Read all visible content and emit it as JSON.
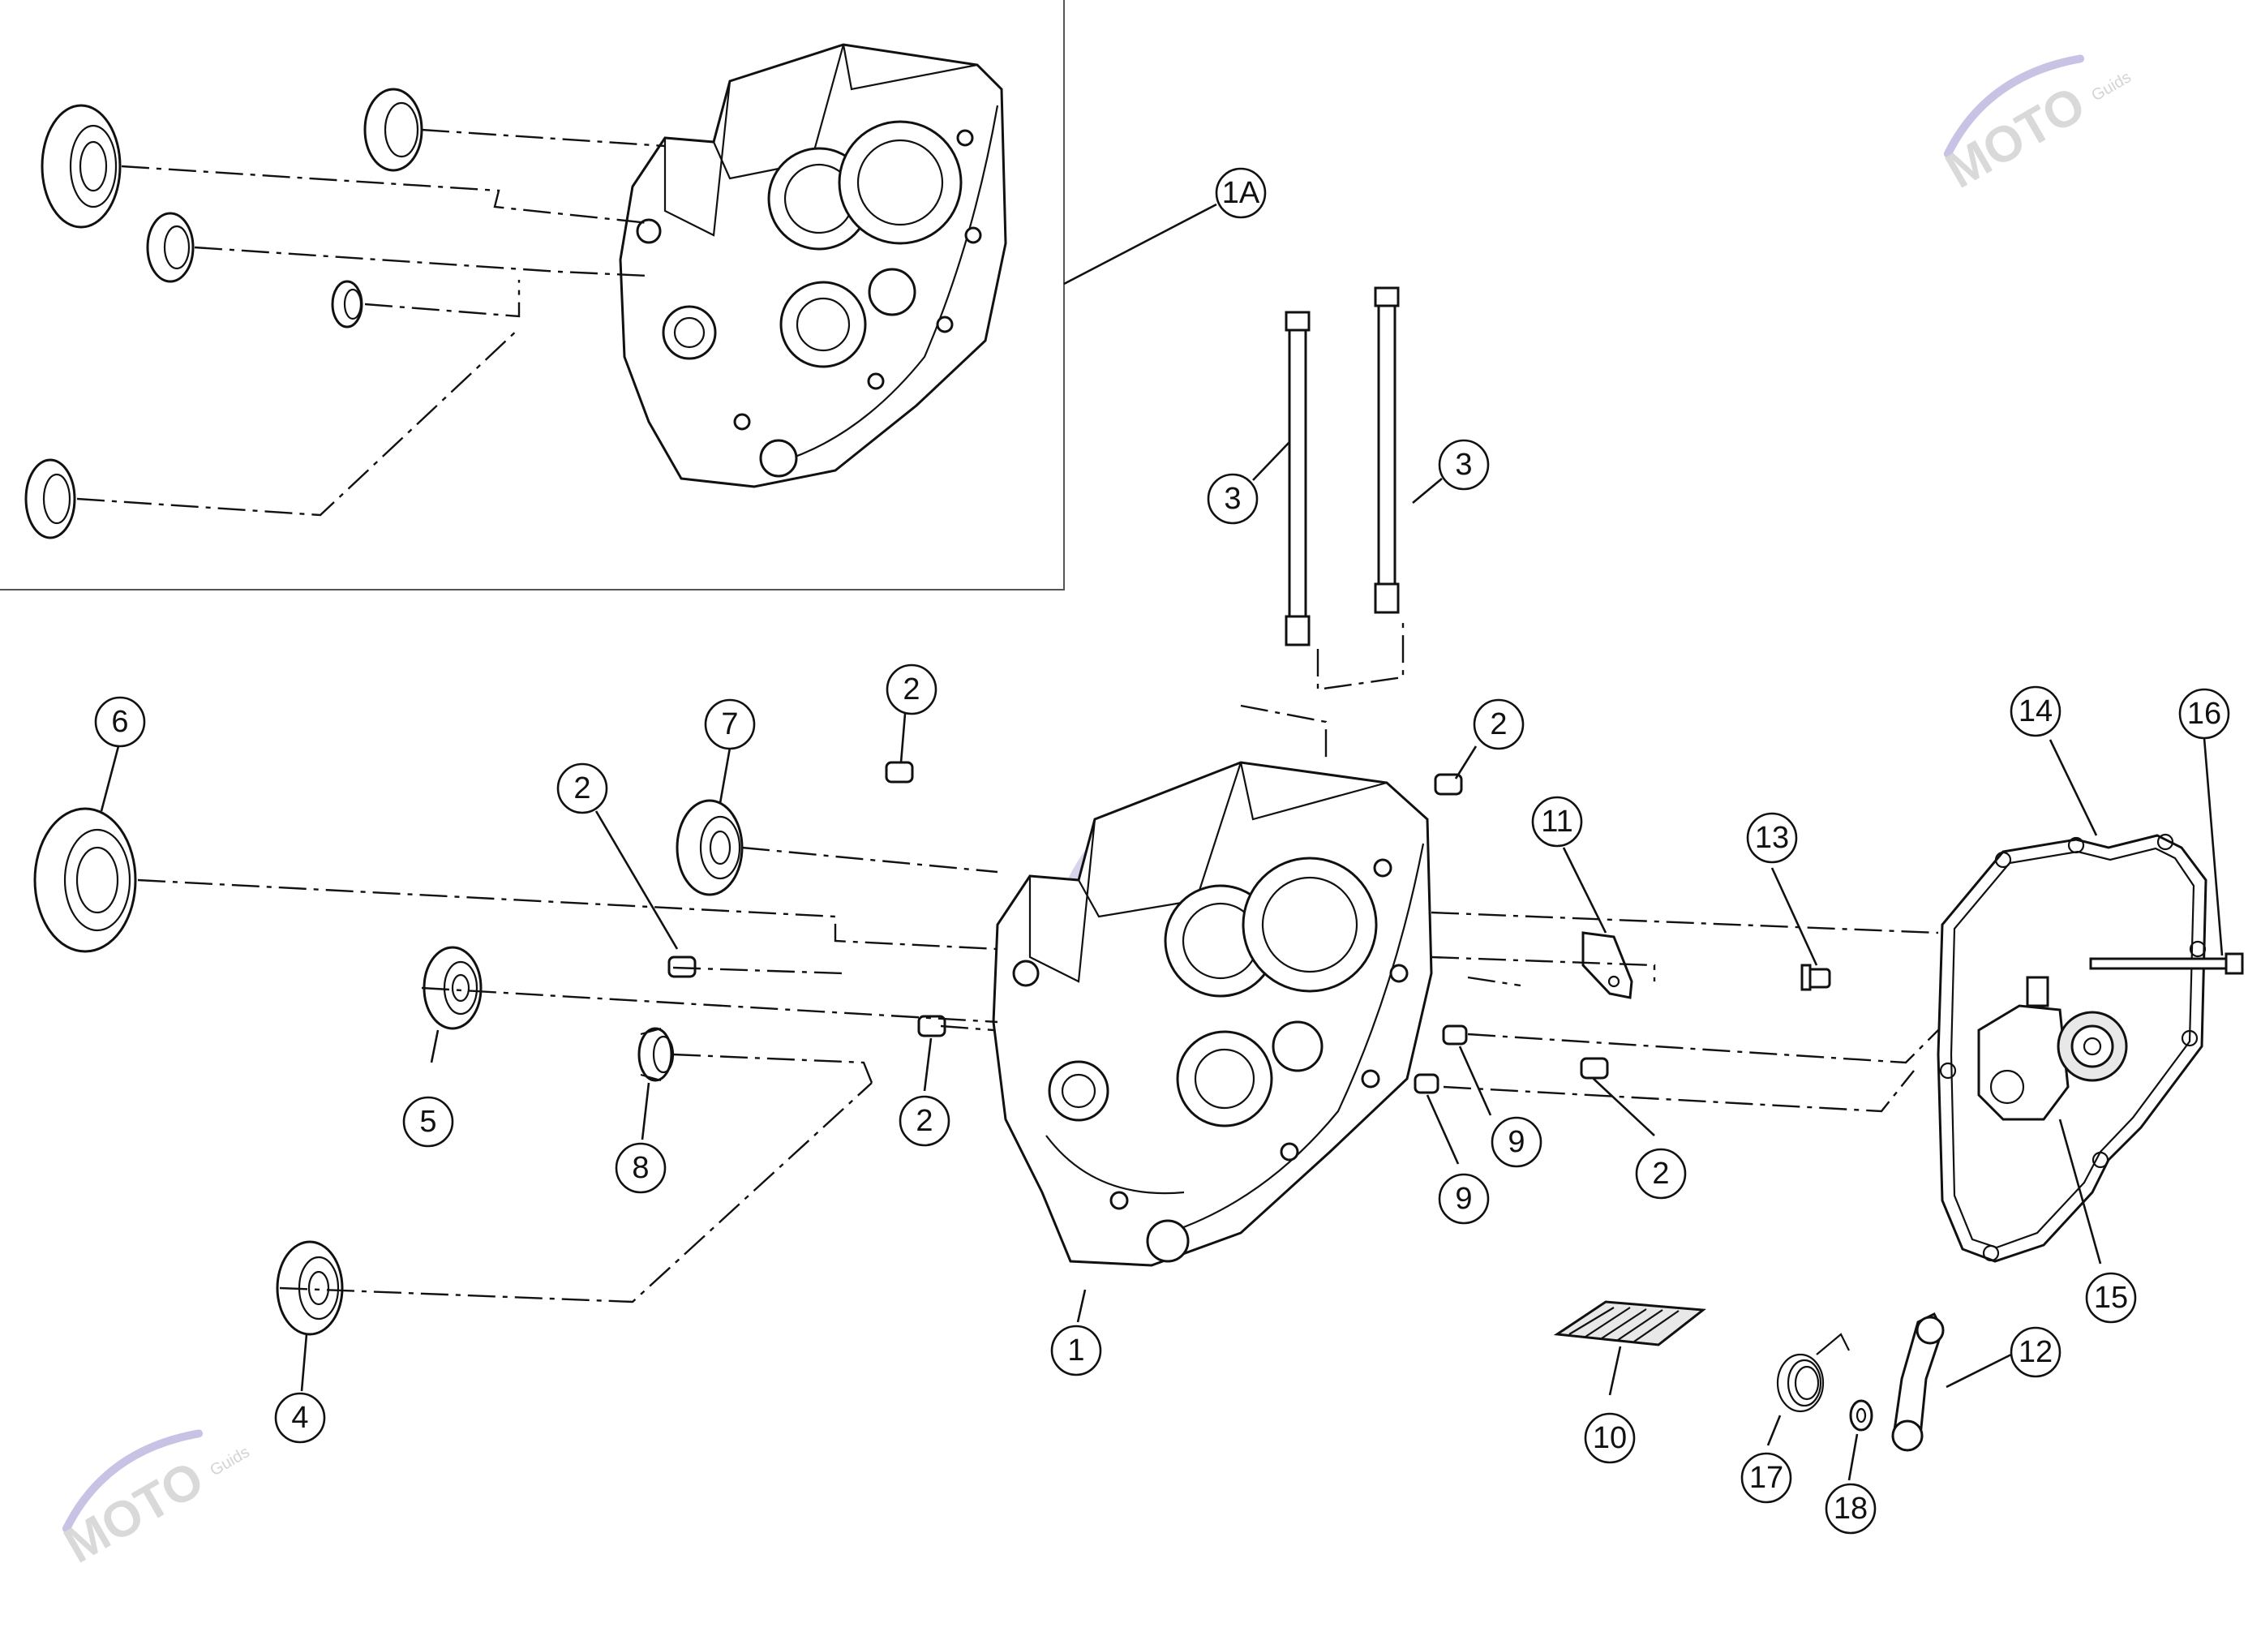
{
  "diagram": {
    "callouts": [
      "1A",
      "3",
      "3",
      "2",
      "2",
      "2",
      "2",
      "2",
      "2",
      "6",
      "7",
      "11",
      "13",
      "14",
      "16",
      "5",
      "8",
      "9",
      "9",
      "15",
      "1",
      "4",
      "10",
      "12",
      "17",
      "18"
    ]
  },
  "watermark": {
    "brand": "MOTO",
    "sub": "Guids",
    "colors": {
      "red": "#e0b2b2",
      "purple": "#c8c2e4",
      "gray": "#c9c9c9"
    }
  },
  "colors": {
    "line": "#111111",
    "background": "#ffffff",
    "inset_border": "#555555"
  }
}
